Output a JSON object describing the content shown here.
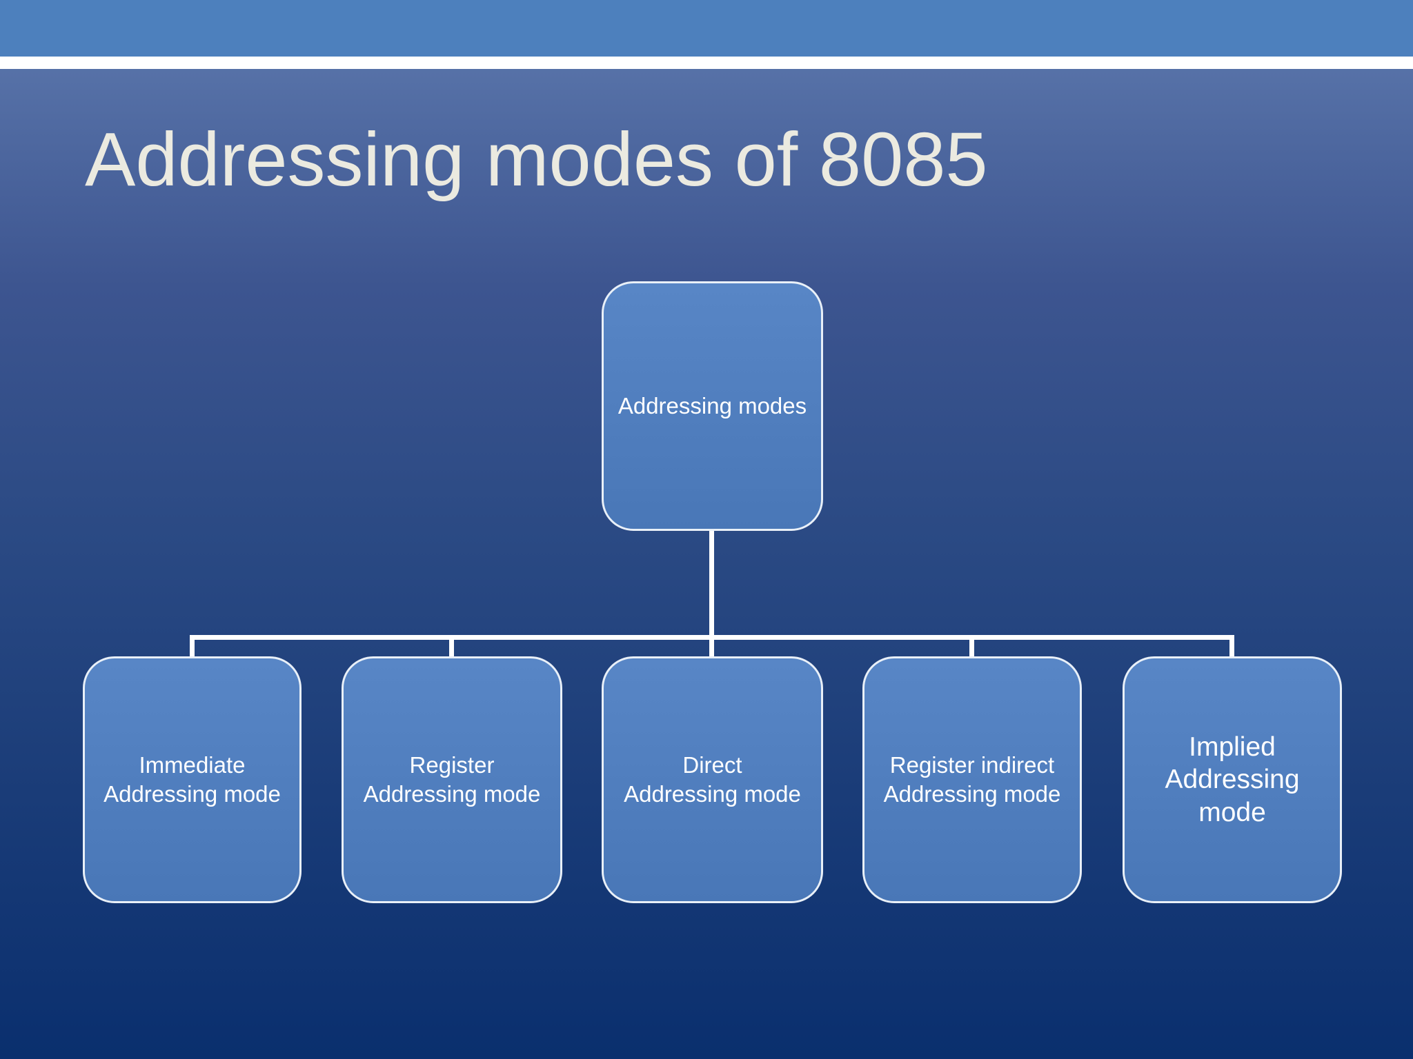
{
  "slide": {
    "title": "Addressing modes of 8085"
  },
  "diagram": {
    "type": "hierarchy",
    "root": {
      "label": "Addressing modes"
    },
    "children": [
      {
        "label": "Immediate\nAddressing mode"
      },
      {
        "label": "Register\nAddressing mode"
      },
      {
        "label": "Direct\nAddressing mode"
      },
      {
        "label": "Register indirect\nAddressing mode"
      },
      {
        "label": "Implied\nAddressing\nmode"
      }
    ]
  },
  "colors": {
    "top_bar": "#4D80BD",
    "divider_stripe": "#FFFFFF",
    "background_gradient_top": "#5772A8",
    "background_gradient_bottom": "#0A2F6E",
    "node_fill": "#4C7CBC",
    "node_border": "#E9F0F8",
    "node_text": "#FFFFFF",
    "title_text": "#EBEAE0",
    "connector": "#FFFFFF"
  }
}
